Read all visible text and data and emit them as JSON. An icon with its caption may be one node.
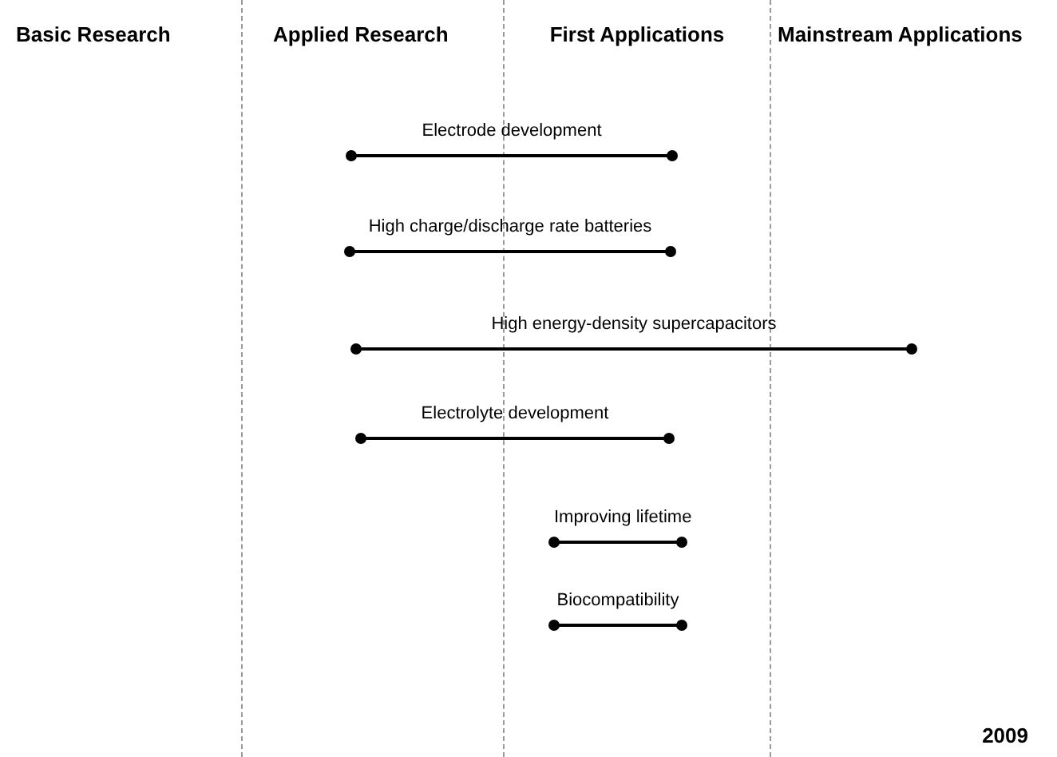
{
  "diagram": {
    "nodes": [
      {
        "text": [
          "Basic Research"
        ]
      },
      {
        "text": [
          "Applied Research"
        ]
      },
      {
        "text": [
          "First Applications"
        ]
      },
      {
        "text": [
          "Mainstream Applications"
        ]
      },
      {
        "text": [
          "Electrode development"
        ]
      },
      {
        "text": [
          "High charge/discharge rate batteries"
        ]
      },
      {
        "text": [
          "High energy-density supercapacitors"
        ]
      },
      {
        "text": [
          "Electrolyte development"
        ]
      },
      {
        "text": [
          "Improving lifetime"
        ],
        "in": 2
      },
      {
        "text": [
          "Biocompatibility"
        ],
        "in": 2
      }
    ],
    "labels": [
      "2009"
    ]
  }
}
